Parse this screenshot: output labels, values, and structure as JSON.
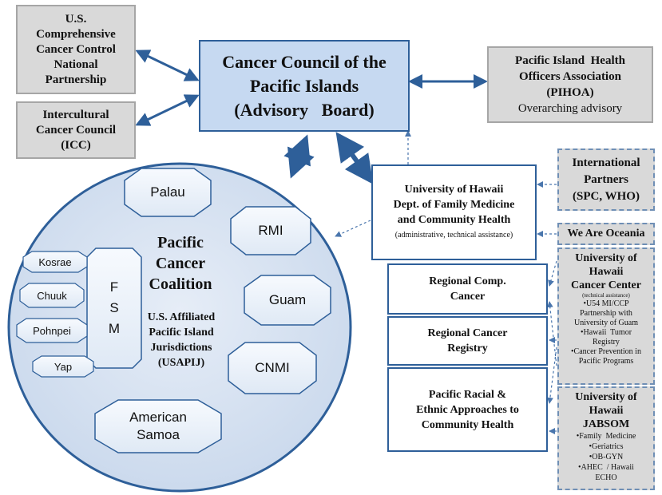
{
  "council": {
    "lines": [
      "Cancer Council of the",
      "Pacific Islands",
      "(Advisory   Board)"
    ]
  },
  "us_partnership": {
    "lines": [
      "U.S.",
      "Comprehensive",
      "Cancer Control",
      "National",
      "Partnership"
    ]
  },
  "icc": {
    "lines": [
      "Intercultural",
      "Cancer Council",
      "(ICC)"
    ]
  },
  "pihoa": {
    "lines": [
      "Pacific Island  Health",
      "Officers Association",
      "(PIHOA)"
    ],
    "note": "Overarching advisory"
  },
  "intl": {
    "lines": [
      "International",
      "Partners",
      "(SPC, WHO)"
    ]
  },
  "uh_fm": {
    "lines": [
      "University of Hawaii",
      "Dept. of Family Medicine",
      "and Community Health"
    ],
    "note": "(administrative, technical assistance)"
  },
  "we_are_oceania": {
    "label": "We Are Oceania"
  },
  "uhcc": {
    "lines": [
      "University of",
      "Hawaii",
      "Cancer Center"
    ],
    "note": "(technical assistance)",
    "items": [
      "•U54 MI/CCP",
      "Partnership with",
      "University of Guam",
      "•Hawaii  Tumor",
      "Registry",
      "•Cancer Prevention in",
      "Pacific Programs"
    ]
  },
  "jabsom": {
    "lines": [
      "University of",
      "Hawaii",
      "JABSOM"
    ],
    "items": [
      "•Family  Medicine",
      "•Geriatrics",
      "•OB-GYN",
      "•AHEC  / Hawaii",
      "ECHO"
    ]
  },
  "regional_comp": {
    "lines": [
      "Regional Comp.",
      "Cancer"
    ]
  },
  "regional_registry": {
    "lines": [
      "Regional Cancer",
      "Registry"
    ]
  },
  "preach": {
    "lines": [
      "Pacific Racial &",
      "Ethnic Approaches to",
      "Community Health"
    ]
  },
  "coalition": {
    "title_lines": [
      "Pacific",
      "Cancer",
      "Coalition"
    ],
    "sub_lines": [
      "U.S. Affiliated",
      "Pacific Island",
      "Jurisdictions",
      "(USAPIJ)"
    ],
    "fsm": [
      "F",
      "S",
      "M"
    ],
    "islands": {
      "palau": "Palau",
      "rmi": "RMI",
      "guam": "Guam",
      "cnmi": "CNMI",
      "samoa": [
        "American",
        "Samoa"
      ],
      "kosrae": "Kosrae",
      "chuuk": "Chuuk",
      "pohnpei": "Pohnpei",
      "yap": "Yap"
    }
  },
  "colors": {
    "accent_blue": "#2e5f99",
    "council_fill": "#c6d9f1",
    "gray_box": "#d9d9d9",
    "circle_fill": "#dce6f2"
  }
}
